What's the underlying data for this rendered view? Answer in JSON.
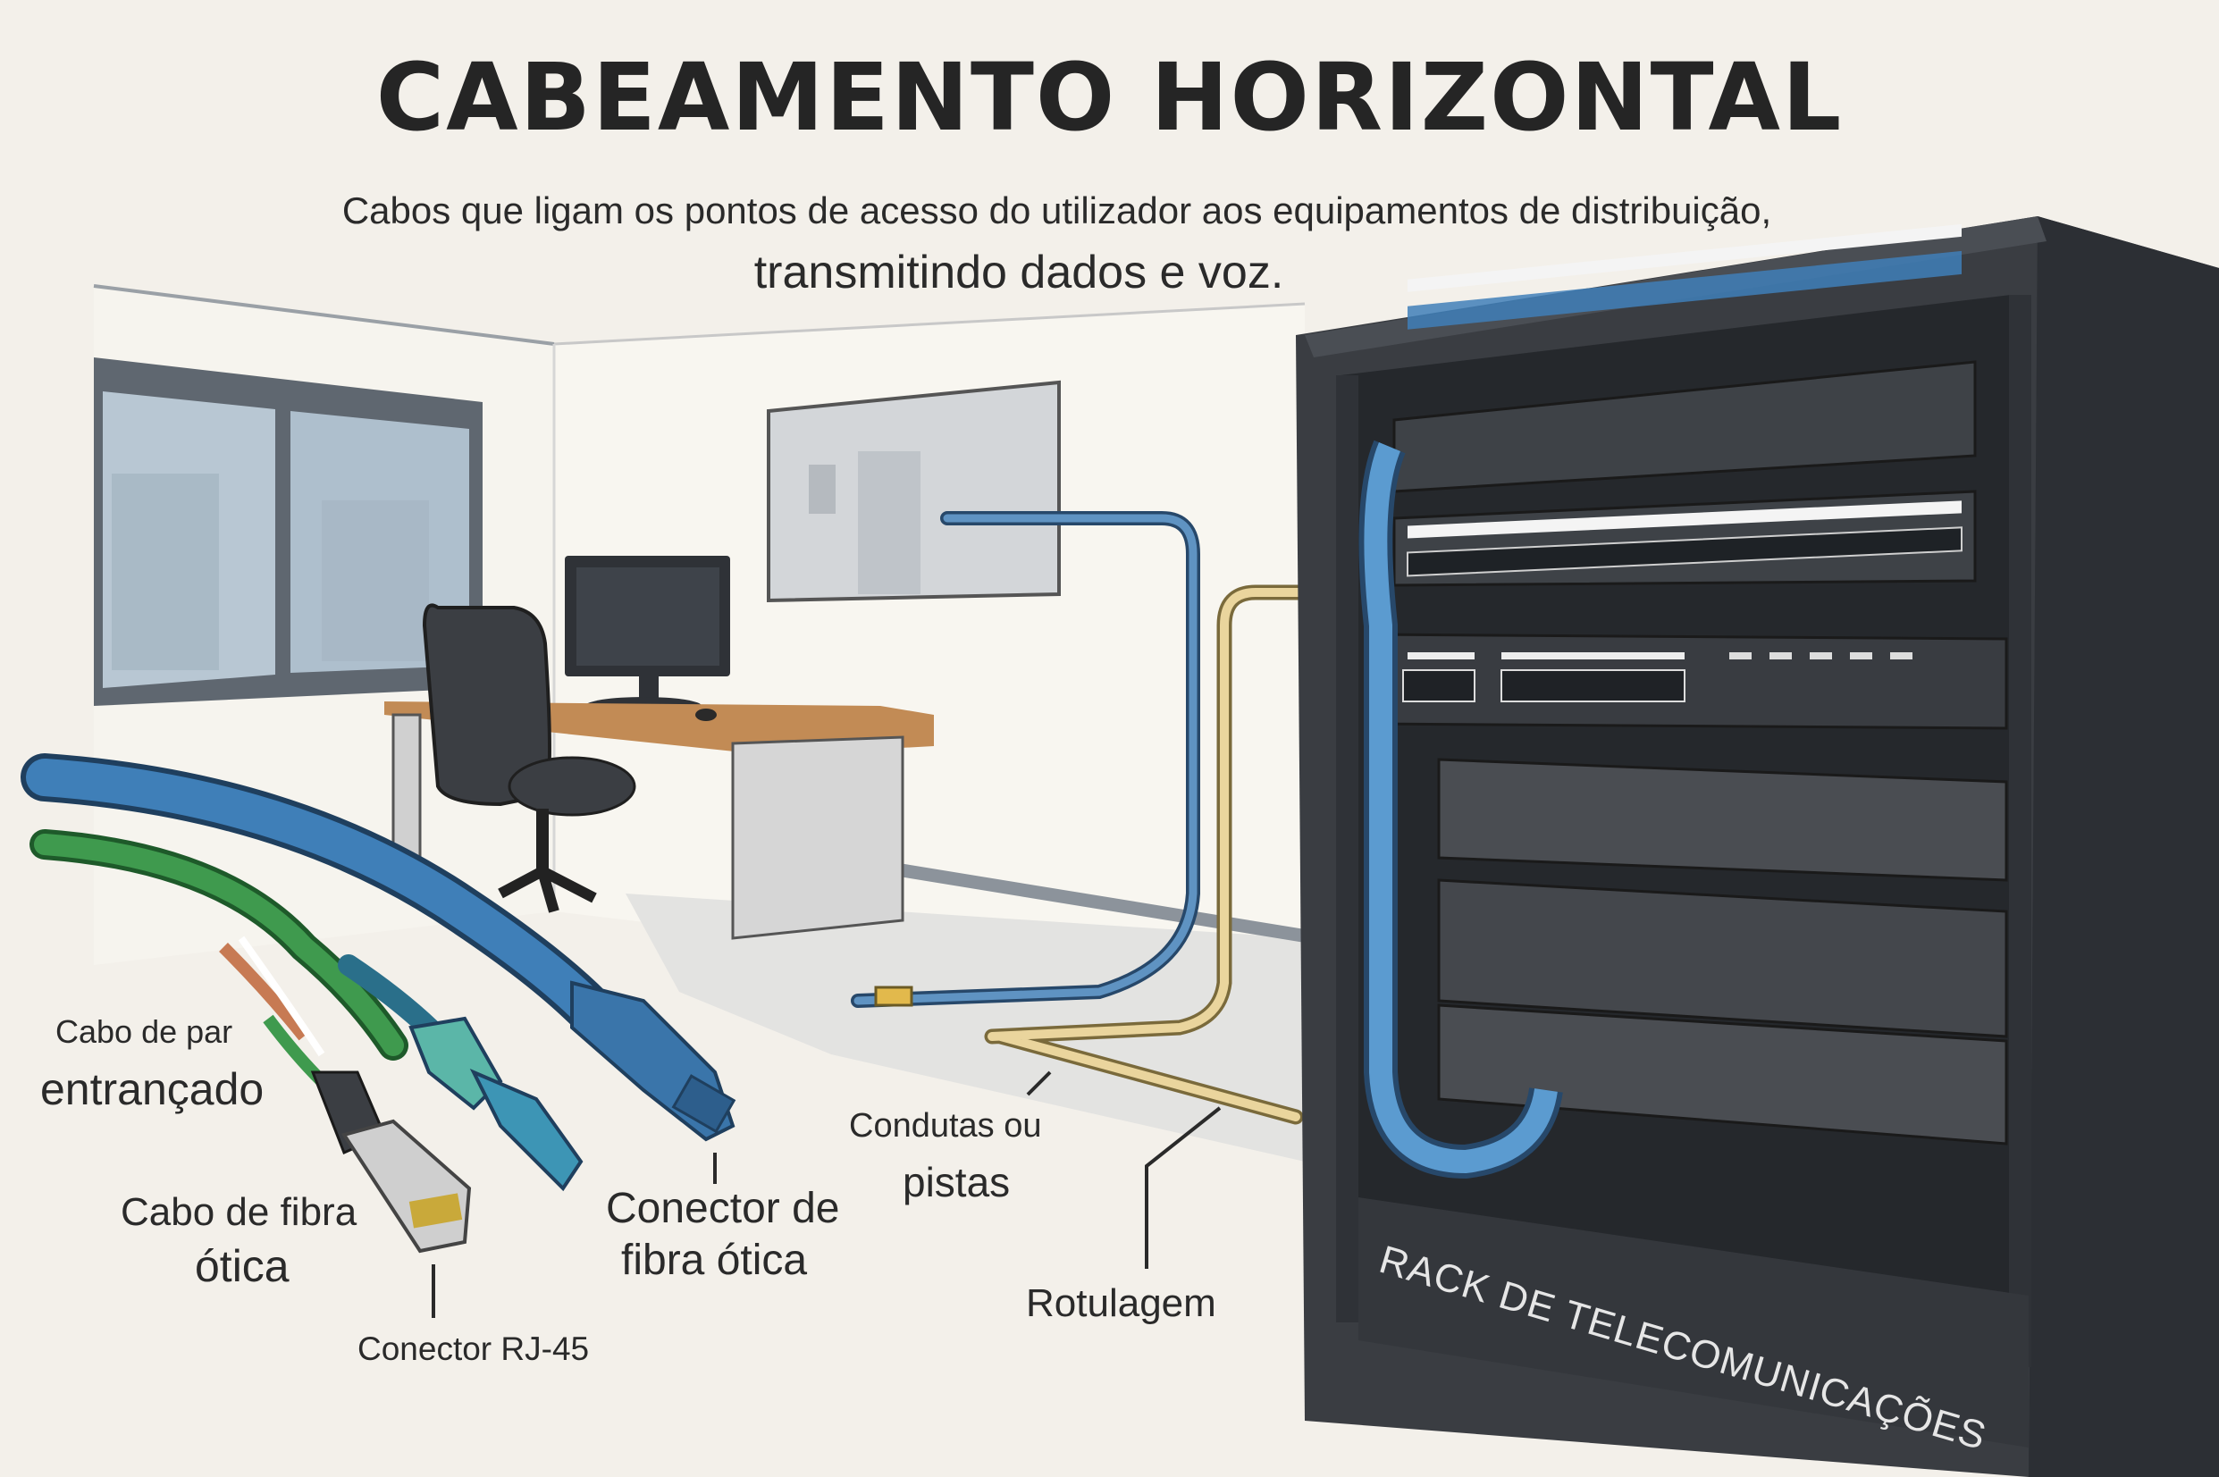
{
  "header": {
    "title": "CABEAMENTO HORIZONTAL",
    "subtitle_line1": "Cabos que ligam os pontos de acesso do utilizador aos equipamentos de distribuição,",
    "subtitle_line2": "transmitindo dados e voz."
  },
  "labels": {
    "twisted_pair_line1": "Cabo de par",
    "twisted_pair_line2": "entrançado",
    "fiber_cable_line1": "Cabo de fibra",
    "fiber_cable_line2": "ótica",
    "rj45": "Conector RJ-45",
    "fiber_connector_line1": "Conector de",
    "fiber_connector_line2": "fibra ótica",
    "conduits_line1": "Condutas ou",
    "conduits_line2": "pistas",
    "labeling": "Rotulagem",
    "rack": "RACK DE TELECOMUNICAÇÕES"
  },
  "colors": {
    "background": "#f3f0ea",
    "rack": "#3a3d42",
    "blue_cable": "#3f7fb8",
    "yellow_cable": "#e6cf95",
    "green_cable": "#3f9a4e",
    "text": "#2a2a2a"
  }
}
